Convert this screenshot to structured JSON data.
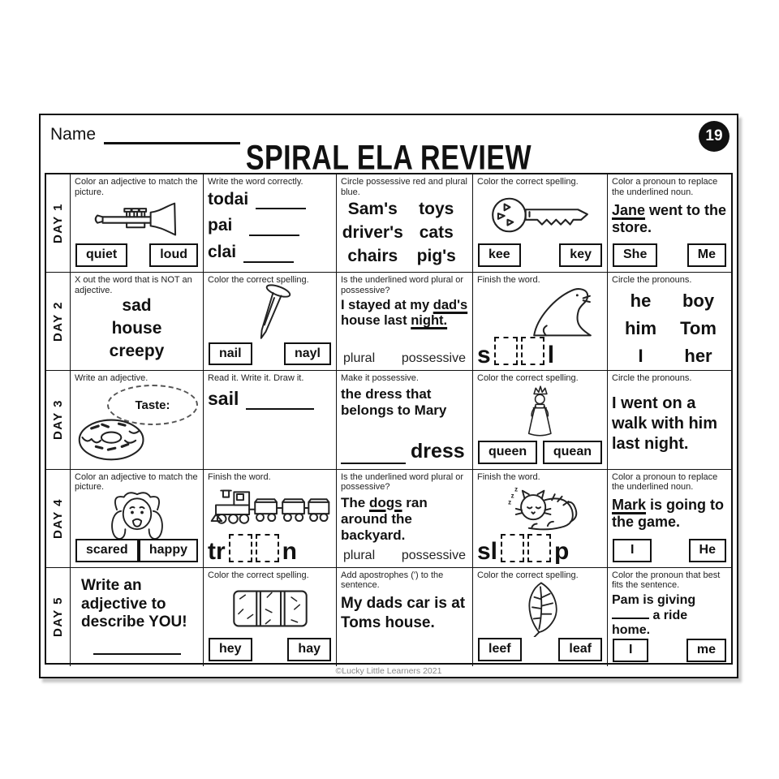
{
  "header": {
    "name_label": "Name",
    "title": "SPIRAL ELA REVIEW",
    "page_number": "19"
  },
  "footer": {
    "credit": "©Lucky Little Learners 2021"
  },
  "days": [
    "DAY 1",
    "DAY 2",
    "DAY 3",
    "DAY 4",
    "DAY 5"
  ],
  "colors": {
    "ink": "#111111",
    "badge_bg": "#111111",
    "footer_gray": "#8a8a8a"
  },
  "r1": {
    "c1": {
      "prompt": "Color an adjective to match the picture.",
      "image": "trumpet",
      "options": [
        "quiet",
        "loud"
      ]
    },
    "c2": {
      "prompt": "Write the word correctly.",
      "words": [
        "todai",
        "pai",
        "clai"
      ]
    },
    "c3": {
      "prompt": "Circle possessive red and plural blue.",
      "left": [
        "Sam's",
        "driver's",
        "chairs"
      ],
      "right": [
        "toys",
        "cats",
        "pig's"
      ]
    },
    "c4": {
      "prompt": "Color the correct spelling.",
      "image": "key",
      "options": [
        "kee",
        "key"
      ]
    },
    "c5": {
      "prompt": "Color a pronoun to replace the underlined noun.",
      "underlined": "Jane",
      "post": " went to the store.",
      "options": [
        "She",
        "Me"
      ]
    }
  },
  "r2": {
    "c1": {
      "prompt": "X out the word that is NOT an adjective.",
      "words": [
        "sad",
        "house",
        "creepy"
      ]
    },
    "c2": {
      "prompt": "Color the correct spelling.",
      "image": "nail",
      "options": [
        "nail",
        "nayl"
      ]
    },
    "c3": {
      "prompt": "Is the underlined word plural or possessive?",
      "pre": "I stayed at my ",
      "underlined": "dad's",
      "mid": " house last ",
      "underlined2": "night.",
      "choices": [
        "plural",
        "possessive"
      ]
    },
    "c4": {
      "prompt": "Finish the word.",
      "image": "seal",
      "start": "s",
      "end": "l"
    },
    "c5": {
      "prompt": "Circle the pronouns.",
      "left": [
        "he",
        "him",
        "I"
      ],
      "right": [
        "boy",
        "Tom",
        "her"
      ]
    }
  },
  "r3": {
    "c1": {
      "prompt": "Write an adjective.",
      "bubble": "Taste:",
      "image": "donut"
    },
    "c2": {
      "prompt": "Read it. Write it. Draw it.",
      "word": "sail"
    },
    "c3": {
      "prompt": "Make it possessive.",
      "text": "the dress that belongs to Mary",
      "suffix": "dress"
    },
    "c4": {
      "prompt": "Color the correct spelling.",
      "image": "queen",
      "options": [
        "queen",
        "quean"
      ]
    },
    "c5": {
      "prompt": "Circle the pronouns.",
      "sentence": "I went on a walk with him last night."
    }
  },
  "r4": {
    "c1": {
      "prompt": "Color an adjective to match the picture.",
      "image": "scared-face",
      "options": [
        "scared",
        "happy"
      ]
    },
    "c2": {
      "prompt": "Finish the word.",
      "image": "train",
      "start": "tr",
      "end": "n"
    },
    "c3": {
      "prompt": "Is the underlined word plural or possessive?",
      "pre": "The ",
      "underlined": "dogs",
      "mid": " ran around the backyard.",
      "choices": [
        "plural",
        "possessive"
      ]
    },
    "c4": {
      "prompt": "Finish the word.",
      "image": "sleeping-cat",
      "start": "sl",
      "end": "p"
    },
    "c5": {
      "prompt": "Color a pronoun to replace the underlined noun.",
      "underlined": "Mark",
      "post": " is going to the game.",
      "options": [
        "I",
        "He"
      ]
    }
  },
  "r5": {
    "c1": {
      "text": "Write an adjective to describe YOU!"
    },
    "c2": {
      "prompt": "Color the correct spelling.",
      "image": "hay-bale",
      "options": [
        "hey",
        "hay"
      ]
    },
    "c3": {
      "prompt": "Add apostrophes (') to the sentence.",
      "sentence": "My dads car is at Toms house."
    },
    "c4": {
      "prompt": "Color the correct spelling.",
      "image": "leaf",
      "options": [
        "leef",
        "leaf"
      ]
    },
    "c5": {
      "prompt": "Color the pronoun that best fits the sentence.",
      "pre": "Pam is giving",
      "post": "a ride home.",
      "options": [
        "I",
        "me"
      ]
    }
  }
}
